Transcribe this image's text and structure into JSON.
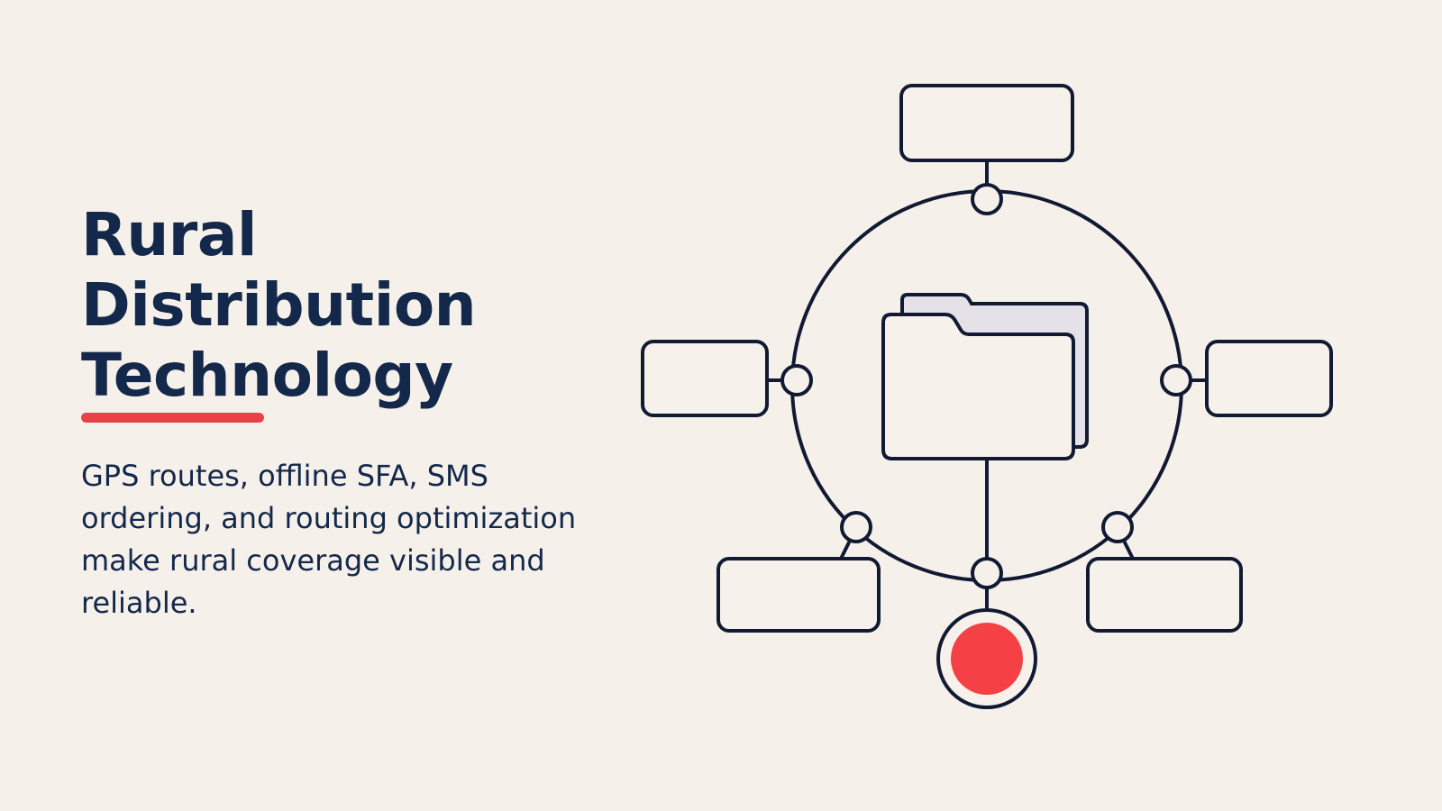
{
  "slide": {
    "title_lines": [
      "Rural",
      "Distribution",
      "Technology"
    ],
    "description": "GPS routes, offline SFA, SMS ordering, and routing optimization make rural coverage visible and reliable."
  },
  "colors": {
    "background": "#f5f1ea",
    "ink": "#14284b",
    "stroke": "#121a33",
    "accent": "#e8414a",
    "accent_bright": "#f54046",
    "folder_back": "#e4e2e8",
    "box_fill": "#f6f2eb"
  },
  "diagram": {
    "icons": [
      "folder-icon",
      "red-dot-indicator"
    ],
    "satellite_boxes": [
      "top",
      "left",
      "right",
      "bottom-left",
      "bottom-right"
    ]
  }
}
